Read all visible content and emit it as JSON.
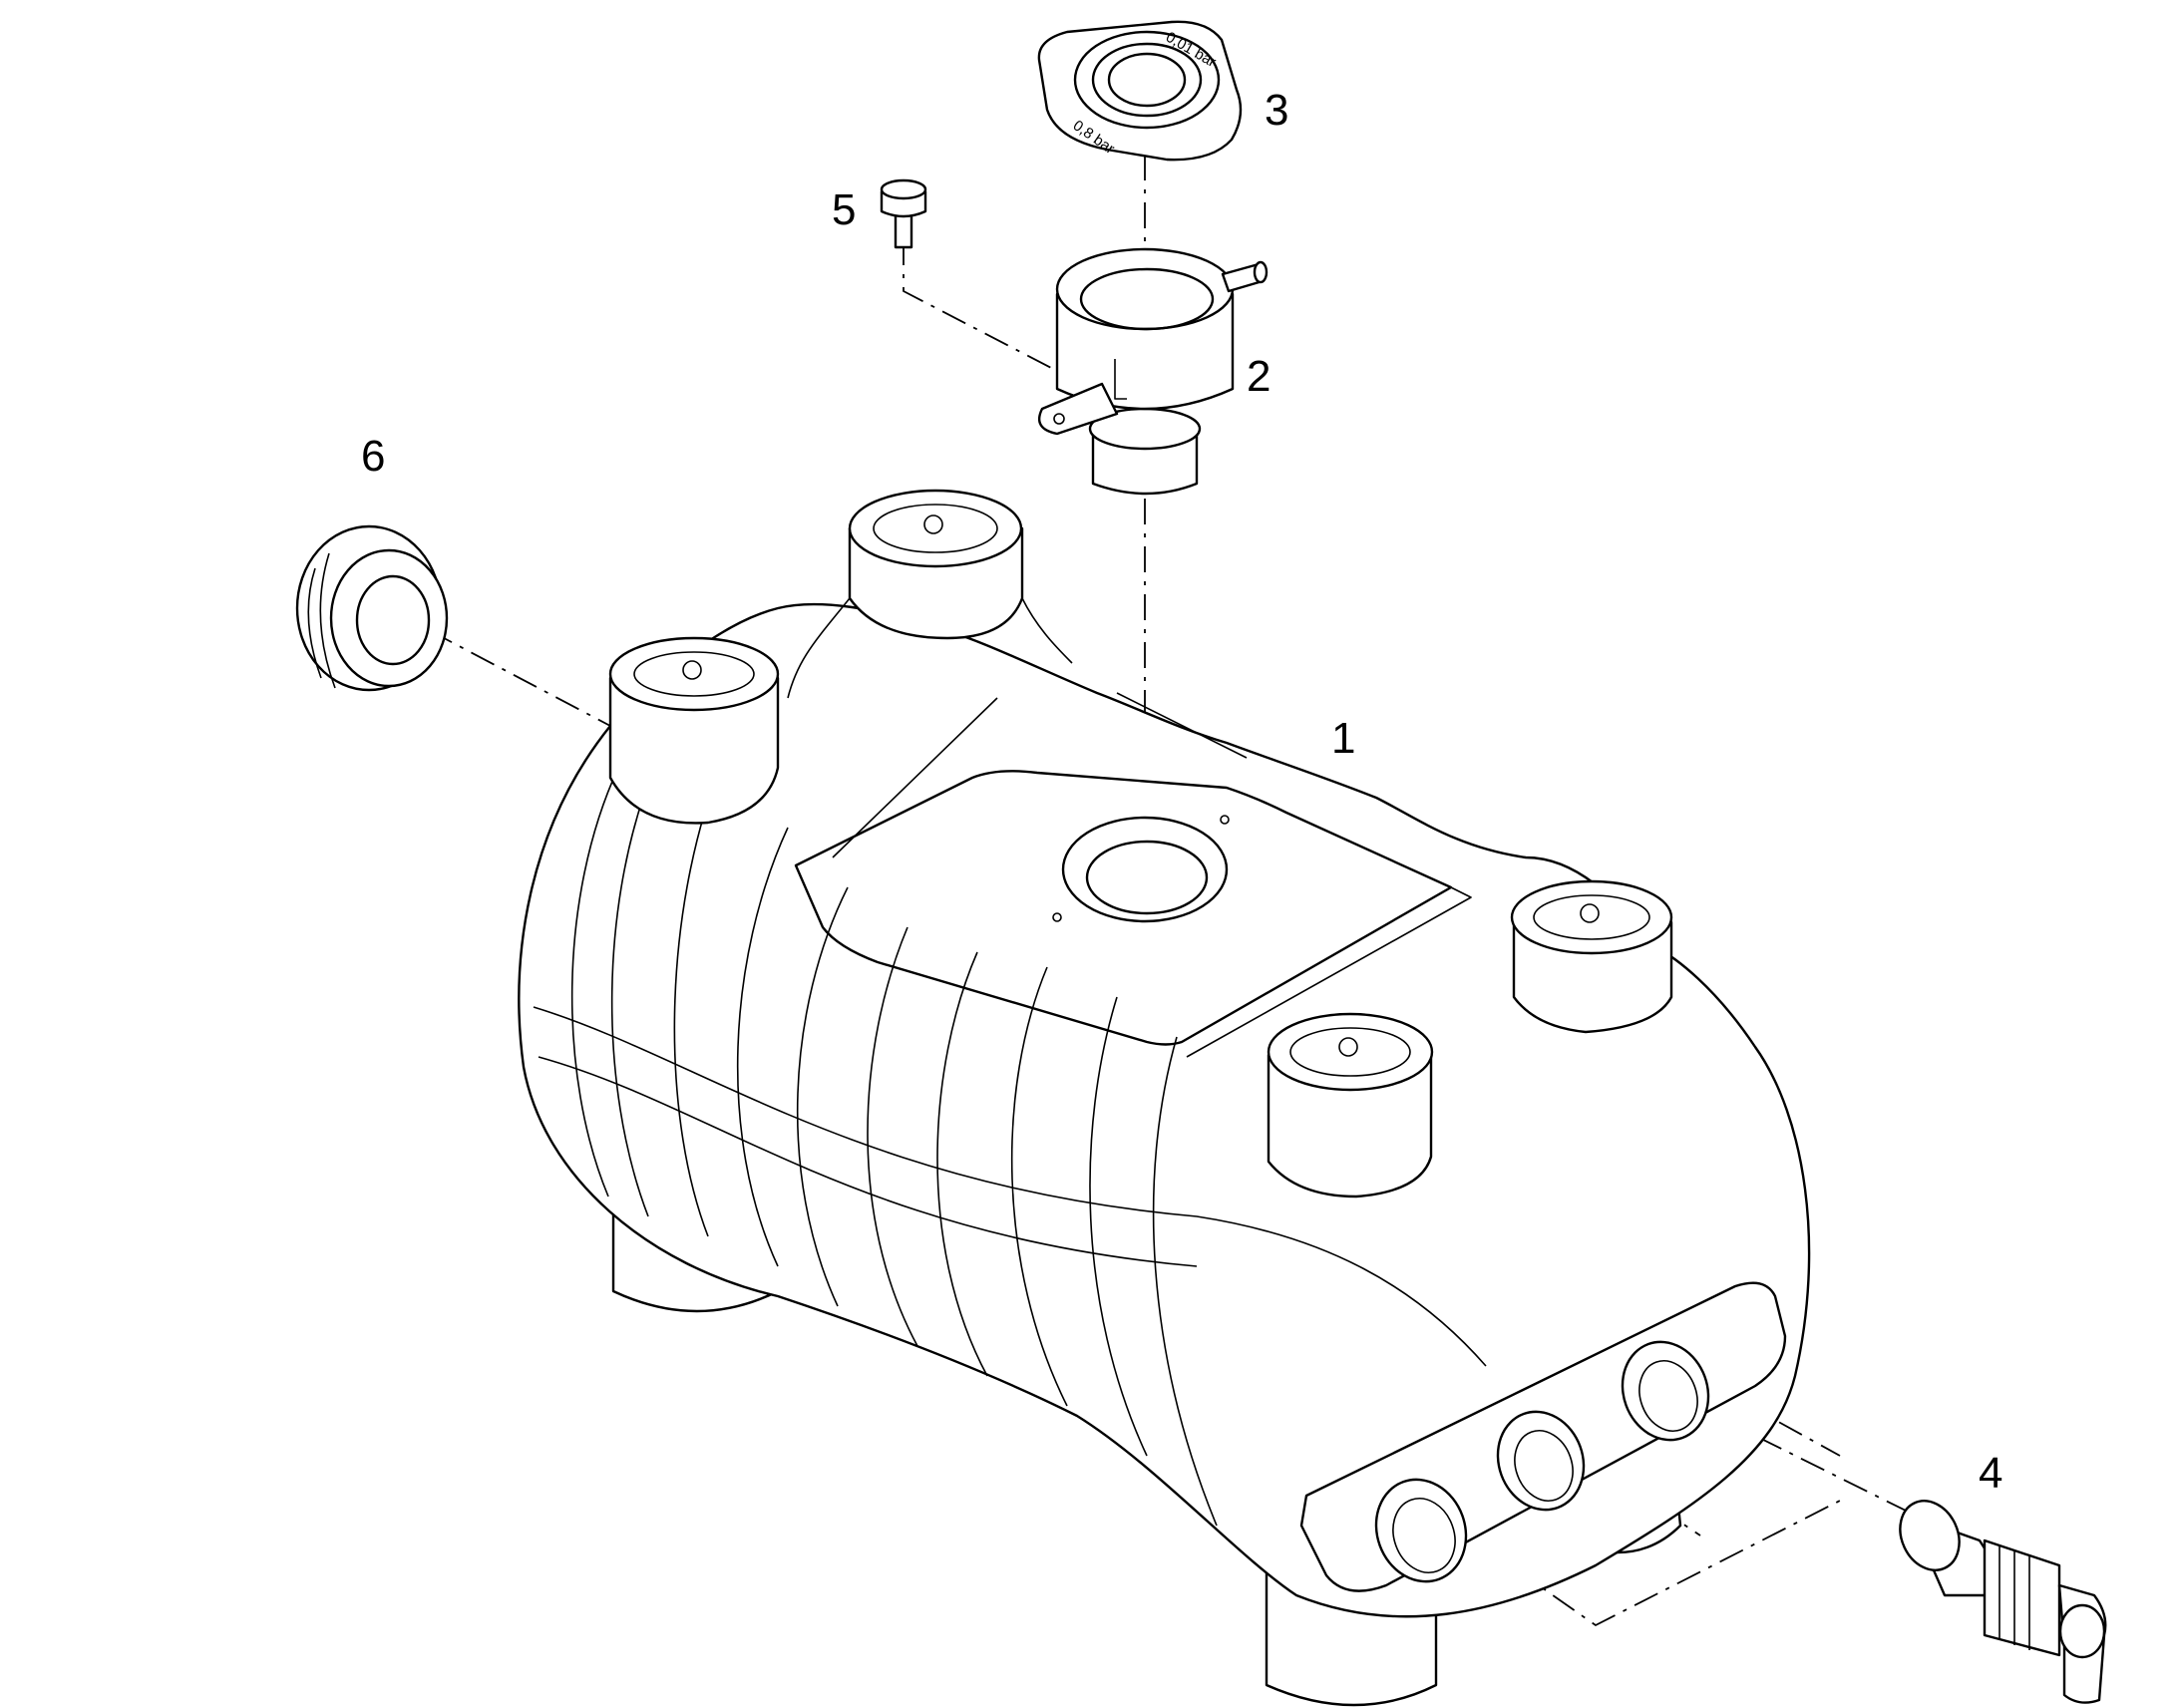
{
  "callouts": [
    {
      "id": "1",
      "label": "1"
    },
    {
      "id": "2",
      "label": "2"
    },
    {
      "id": "3",
      "label": "3"
    },
    {
      "id": "4",
      "label": "4"
    },
    {
      "id": "5",
      "label": "5"
    },
    {
      "id": "6",
      "label": "6"
    }
  ],
  "cap_text": {
    "left": "0,8 bar",
    "right": "0,01 bar"
  },
  "colors": {
    "line": "#000000",
    "background": "#ffffff"
  }
}
